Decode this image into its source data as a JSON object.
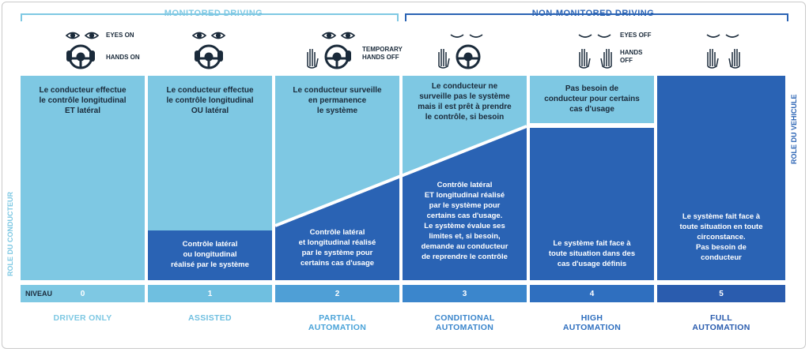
{
  "groups": {
    "monitored": {
      "label": "MONITORED DRIVING",
      "color": "#7ec8e3"
    },
    "non_monitored": {
      "label": "NON-MONITORED DRIVING",
      "color": "#2a63b4"
    }
  },
  "icon_labels": {
    "eyes_on": "EYES ON",
    "hands_on": "HANDS ON",
    "temporary_hands_off": "TEMPORARY\nHANDS OFF",
    "eyes_off": "EYES OFF",
    "hands_off": "HANDS\nOFF"
  },
  "side_labels": {
    "driver_role": "ROLE DU CONDUCTEUR",
    "vehicle_role": "ROLE DU VEHICULE"
  },
  "driver_roles": [
    "Le conducteur effectue\nle contrôle longitudinal\nET latéral",
    "Le conducteur effectue\nle contrôle longitudinal\nOU latéral",
    "Le conducteur surveille\nen permanence\nle système",
    "Le conducteur ne\nsurveille pas le système\nmais il est prêt à prendre\nle contrôle, si besoin",
    "Pas besoin de\nconducteur pour certains\ncas d'usage"
  ],
  "vehicle_roles": [
    "Contrôle latéral\nou longitudinal\nréalisé par le système",
    "Contrôle latéral\net longitudinal réalisé\npar le système pour\ncertains cas d'usage",
    "Contrôle latéral\nET longitudinal réalisé\npar le système pour\ncertains cas d'usage.\nLe système évalue ses\nlimites et, si besoin,\ndemande au conducteur\nde reprendre le contrôle",
    "Le système fait face à\ntoute situation dans des\ncas d'usage définis",
    "Le système fait face à\ntoute situation en toute\ncirconstance.\nPas besoin de\nconducteur"
  ],
  "niveau_label": "NIVEAU",
  "levels": [
    {
      "num": "0",
      "name": "DRIVER ONLY",
      "color": "#7ec8e3"
    },
    {
      "num": "1",
      "name": "ASSISTED",
      "color": "#6fbfe0"
    },
    {
      "num": "2",
      "name": "PARTIAL\nAUTOMATION",
      "color": "#4f9fd6"
    },
    {
      "num": "3",
      "name": "CONDITIONAL\nAUTOMATION",
      "color": "#3b86cc"
    },
    {
      "num": "4",
      "name": "HIGH\nAUTOMATION",
      "color": "#2f6fbf"
    },
    {
      "num": "5",
      "name": "FULL\nAUTOMATION",
      "color": "#2a5cae"
    }
  ],
  "colors": {
    "light": "#7ec8e3",
    "dark": "#2a63b4",
    "text_dark": "#1a2a3a",
    "level_name": "#4aa3d8"
  }
}
